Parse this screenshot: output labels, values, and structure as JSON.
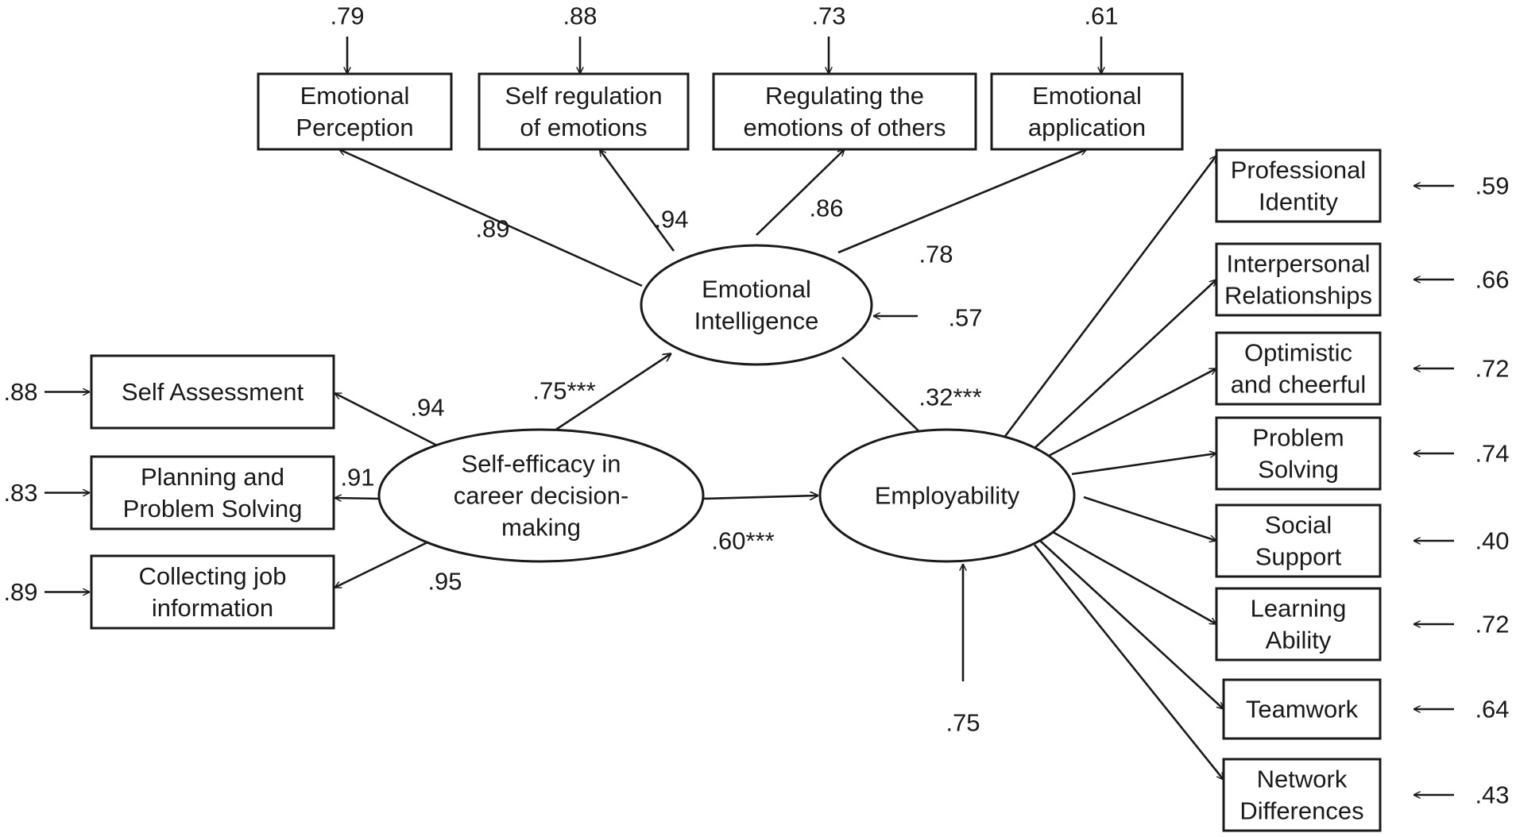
{
  "title": "",
  "latent": {
    "ei": [
      "Emotional",
      "Intelligence"
    ],
    "se": [
      "Self-efficacy in",
      "career decision-",
      "making"
    ],
    "emp": [
      "Employability"
    ]
  },
  "ei_indicators": [
    {
      "lines": [
        "Emotional",
        "Perception"
      ],
      "loading": ".89",
      "error": ".79"
    },
    {
      "lines": [
        "Self regulation",
        "of emotions"
      ],
      "loading": ".94",
      "error": ".88"
    },
    {
      "lines": [
        "Regulating the",
        "emotions of others"
      ],
      "loading": ".86",
      "error": ".73"
    },
    {
      "lines": [
        "Emotional",
        "application"
      ],
      "loading": ".78",
      "error": ".61"
    }
  ],
  "se_indicators": [
    {
      "lines": [
        "Self Assessment"
      ],
      "loading": ".94",
      "error": ".88"
    },
    {
      "lines": [
        "Planning and",
        "Problem Solving"
      ],
      "loading": ".91",
      "error": ".83"
    },
    {
      "lines": [
        "Collecting job",
        "information"
      ],
      "loading": ".95",
      "error": ".89"
    }
  ],
  "emp_indicators": [
    {
      "lines": [
        "Professional",
        "Identity"
      ],
      "error": ".59"
    },
    {
      "lines": [
        "Interpersonal",
        "Relationships"
      ],
      "error": ".66"
    },
    {
      "lines": [
        "Optimistic",
        "and cheerful"
      ],
      "error": ".72"
    },
    {
      "lines": [
        "Problem",
        "Solving"
      ],
      "error": ".74"
    },
    {
      "lines": [
        "Social",
        "Support"
      ],
      "error": ".40"
    },
    {
      "lines": [
        "Learning",
        "Ability"
      ],
      "error": ".72"
    },
    {
      "lines": [
        "Teamwork"
      ],
      "error": ".64"
    },
    {
      "lines": [
        "Network",
        "Differences"
      ],
      "error": ".43"
    }
  ],
  "paths": {
    "se_to_ei": ".75***",
    "ei_to_emp": ".32***",
    "se_to_emp": ".60***"
  },
  "disturbances": {
    "ei": ".57",
    "emp": ".75"
  }
}
